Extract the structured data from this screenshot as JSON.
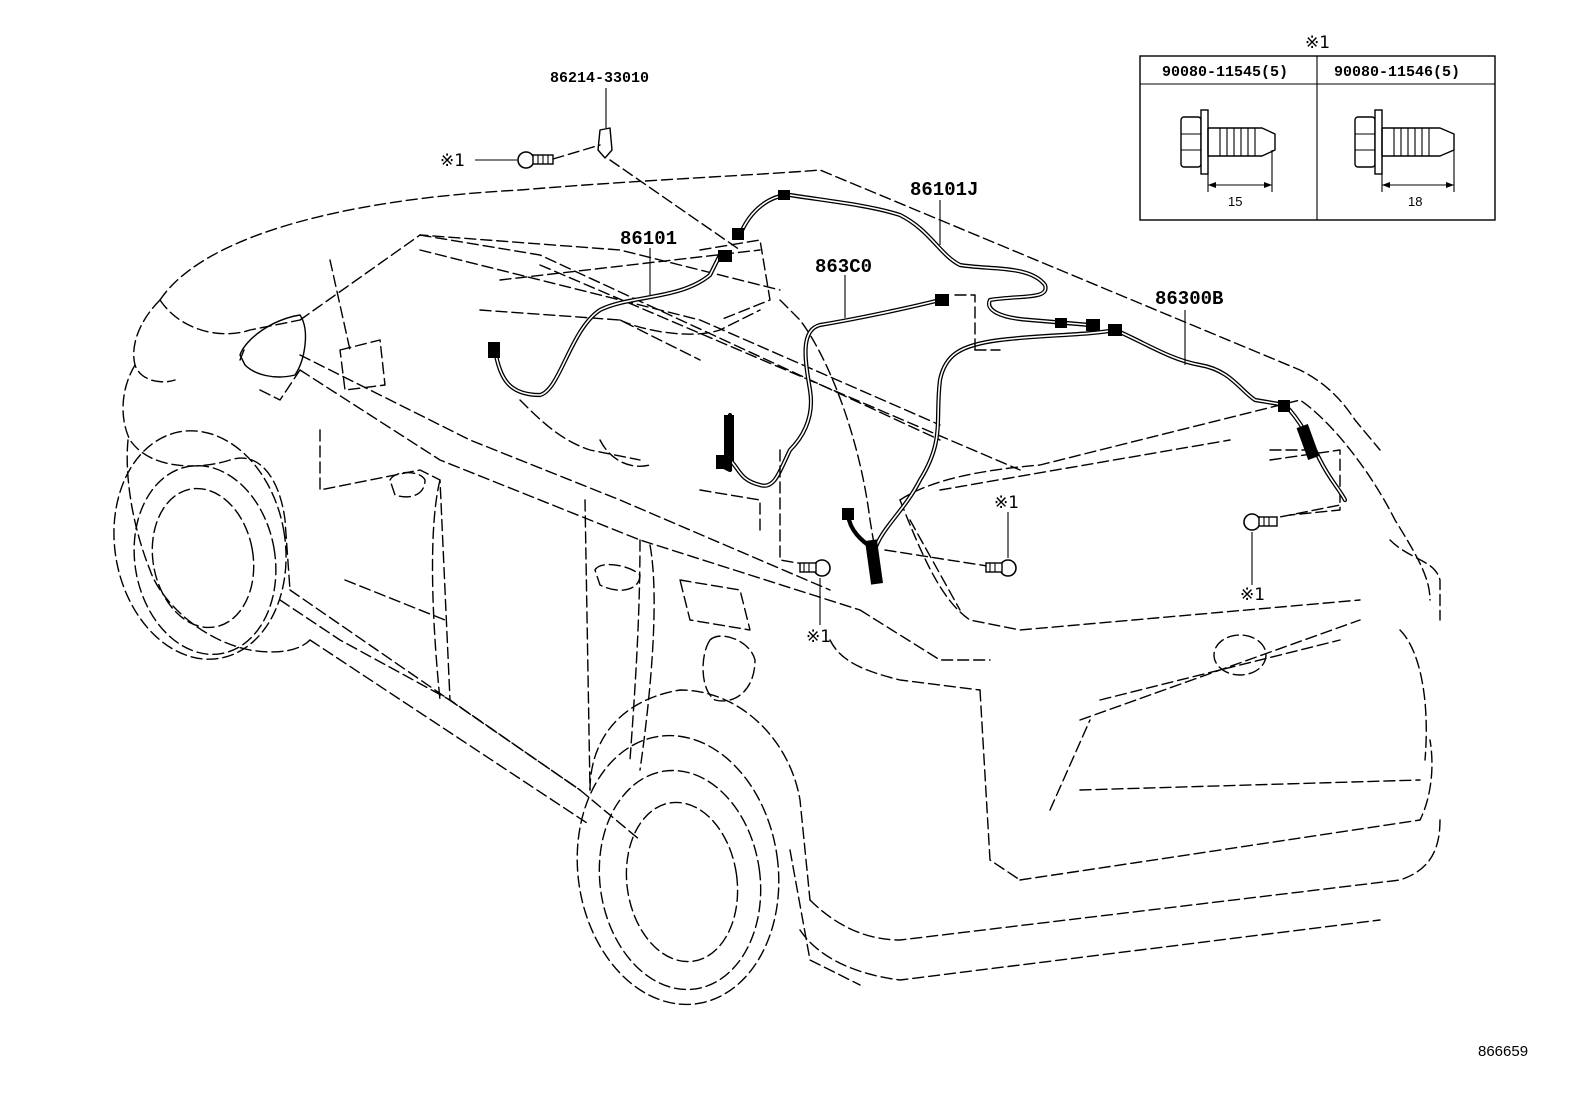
{
  "parts": {
    "p86214": "86214-33010",
    "p86101": "86101",
    "p86101J": "86101J",
    "p863C0": "863C0",
    "p86300B": "86300B"
  },
  "callouts": {
    "mark": "※1"
  },
  "legend": {
    "heading": "※1",
    "col1_part": "90080-11545(5)",
    "col2_part": "90080-11546(5)",
    "col1_dim": "15",
    "col2_dim": "18"
  },
  "figure_number": "866659"
}
